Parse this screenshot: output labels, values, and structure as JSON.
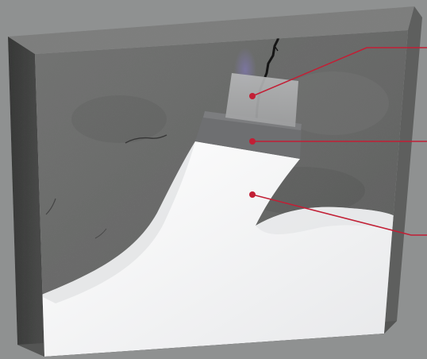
{
  "diagram": {
    "subject": "",
    "layers": [
      {
        "id": "crack-filler",
        "label": ""
      },
      {
        "id": "sealing-band",
        "label": ""
      },
      {
        "id": "white-coating",
        "label": ""
      }
    ]
  },
  "colors": {
    "background": "#8f9191",
    "concrete_front": "#666766",
    "concrete_edge_left": "#3d3e3d",
    "concrete_edge_top": "#7b7c7b",
    "concrete_edge_bottom": "#5a5b5a",
    "filler_patch": "#a8a9aa",
    "band": "#6e6f71",
    "coating": "#f2f3f4",
    "callout": "#c21f35",
    "crack": "#151515",
    "stain": "#7b75a8"
  }
}
